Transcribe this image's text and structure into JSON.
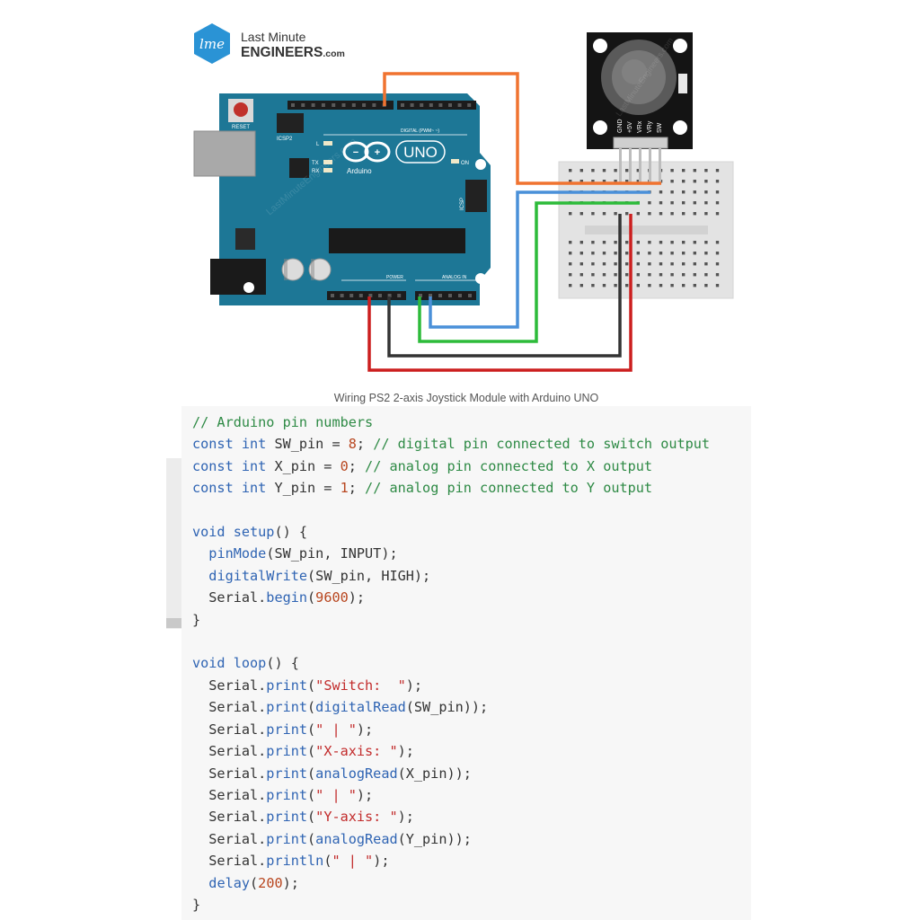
{
  "logo": {
    "monogram": "lme",
    "line1": "Last Minute",
    "line2": "ENGINEERS",
    "suffix": ".com"
  },
  "board": {
    "reset_label": "RESET",
    "icsp2_label": "ICSP2",
    "icsp_label": "ICSP",
    "digital_label": "DIGITAL (PWM~ ~)",
    "brand": "Arduino",
    "model": "UNO",
    "led_l": "L",
    "led_tx": "TX",
    "led_rx": "RX",
    "led_on": "ON",
    "power_label": "POWER",
    "analog_label": "ANALOG IN",
    "watermark": "LastMinuteEngineers.com"
  },
  "joystick": {
    "pins": [
      "GND",
      "+5V",
      "VRx",
      "VRy",
      "SW"
    ],
    "watermark": "LastMinuteEngineers.com"
  },
  "wire_colors": {
    "switch": "#f07330",
    "x_axis": "#4a90d9",
    "y_axis": "#2dbb3a",
    "ground": "#333333",
    "power": "#cc1f1f"
  },
  "caption": "Wiring PS2 2-axis Joystick Module with Arduino UNO",
  "code_lines": [
    [
      [
        "cm",
        "// Arduino pin numbers"
      ]
    ],
    [
      [
        "kw",
        "const int"
      ],
      [
        "pl",
        " SW_pin = "
      ],
      [
        "num",
        "8"
      ],
      [
        "pl",
        "; "
      ],
      [
        "cm",
        "// digital pin connected to switch output"
      ]
    ],
    [
      [
        "kw",
        "const int"
      ],
      [
        "pl",
        " X_pin = "
      ],
      [
        "num",
        "0"
      ],
      [
        "pl",
        "; "
      ],
      [
        "cm",
        "// analog pin connected to X output"
      ]
    ],
    [
      [
        "kw",
        "const int"
      ],
      [
        "pl",
        " Y_pin = "
      ],
      [
        "num",
        "1"
      ],
      [
        "pl",
        "; "
      ],
      [
        "cm",
        "// analog pin connected to Y output"
      ]
    ],
    [],
    [
      [
        "kw",
        "void"
      ],
      [
        "pl",
        " "
      ],
      [
        "fn",
        "setup"
      ],
      [
        "pl",
        "() {"
      ]
    ],
    [
      [
        "pl",
        "  "
      ],
      [
        "fn",
        "pinMode"
      ],
      [
        "pl",
        "(SW_pin, INPUT);"
      ]
    ],
    [
      [
        "pl",
        "  "
      ],
      [
        "fn",
        "digitalWrite"
      ],
      [
        "pl",
        "(SW_pin, HIGH);"
      ]
    ],
    [
      [
        "pl",
        "  Serial."
      ],
      [
        "fn",
        "begin"
      ],
      [
        "pl",
        "("
      ],
      [
        "num",
        "9600"
      ],
      [
        "pl",
        ");"
      ]
    ],
    [
      [
        "pl",
        "}"
      ]
    ],
    [],
    [
      [
        "kw",
        "void"
      ],
      [
        "pl",
        " "
      ],
      [
        "fn",
        "loop"
      ],
      [
        "pl",
        "() {"
      ]
    ],
    [
      [
        "pl",
        "  Serial."
      ],
      [
        "fn",
        "print"
      ],
      [
        "pl",
        "("
      ],
      [
        "str",
        "\"Switch:  \""
      ],
      [
        "pl",
        ");"
      ]
    ],
    [
      [
        "pl",
        "  Serial."
      ],
      [
        "fn",
        "print"
      ],
      [
        "pl",
        "("
      ],
      [
        "fn",
        "digitalRead"
      ],
      [
        "pl",
        "(SW_pin));"
      ]
    ],
    [
      [
        "pl",
        "  Serial."
      ],
      [
        "fn",
        "print"
      ],
      [
        "pl",
        "("
      ],
      [
        "str",
        "\" | \""
      ],
      [
        "pl",
        ");"
      ]
    ],
    [
      [
        "pl",
        "  Serial."
      ],
      [
        "fn",
        "print"
      ],
      [
        "pl",
        "("
      ],
      [
        "str",
        "\"X-axis: \""
      ],
      [
        "pl",
        ");"
      ]
    ],
    [
      [
        "pl",
        "  Serial."
      ],
      [
        "fn",
        "print"
      ],
      [
        "pl",
        "("
      ],
      [
        "fn",
        "analogRead"
      ],
      [
        "pl",
        "(X_pin));"
      ]
    ],
    [
      [
        "pl",
        "  Serial."
      ],
      [
        "fn",
        "print"
      ],
      [
        "pl",
        "("
      ],
      [
        "str",
        "\" | \""
      ],
      [
        "pl",
        ");"
      ]
    ],
    [
      [
        "pl",
        "  Serial."
      ],
      [
        "fn",
        "print"
      ],
      [
        "pl",
        "("
      ],
      [
        "str",
        "\"Y-axis: \""
      ],
      [
        "pl",
        ");"
      ]
    ],
    [
      [
        "pl",
        "  Serial."
      ],
      [
        "fn",
        "print"
      ],
      [
        "pl",
        "("
      ],
      [
        "fn",
        "analogRead"
      ],
      [
        "pl",
        "(Y_pin));"
      ]
    ],
    [
      [
        "pl",
        "  Serial."
      ],
      [
        "fn",
        "println"
      ],
      [
        "pl",
        "("
      ],
      [
        "str",
        "\" | \""
      ],
      [
        "pl",
        ");"
      ]
    ],
    [
      [
        "pl",
        "  "
      ],
      [
        "fn",
        "delay"
      ],
      [
        "pl",
        "("
      ],
      [
        "num",
        "200"
      ],
      [
        "pl",
        ");"
      ]
    ],
    [
      [
        "pl",
        "}"
      ]
    ]
  ]
}
